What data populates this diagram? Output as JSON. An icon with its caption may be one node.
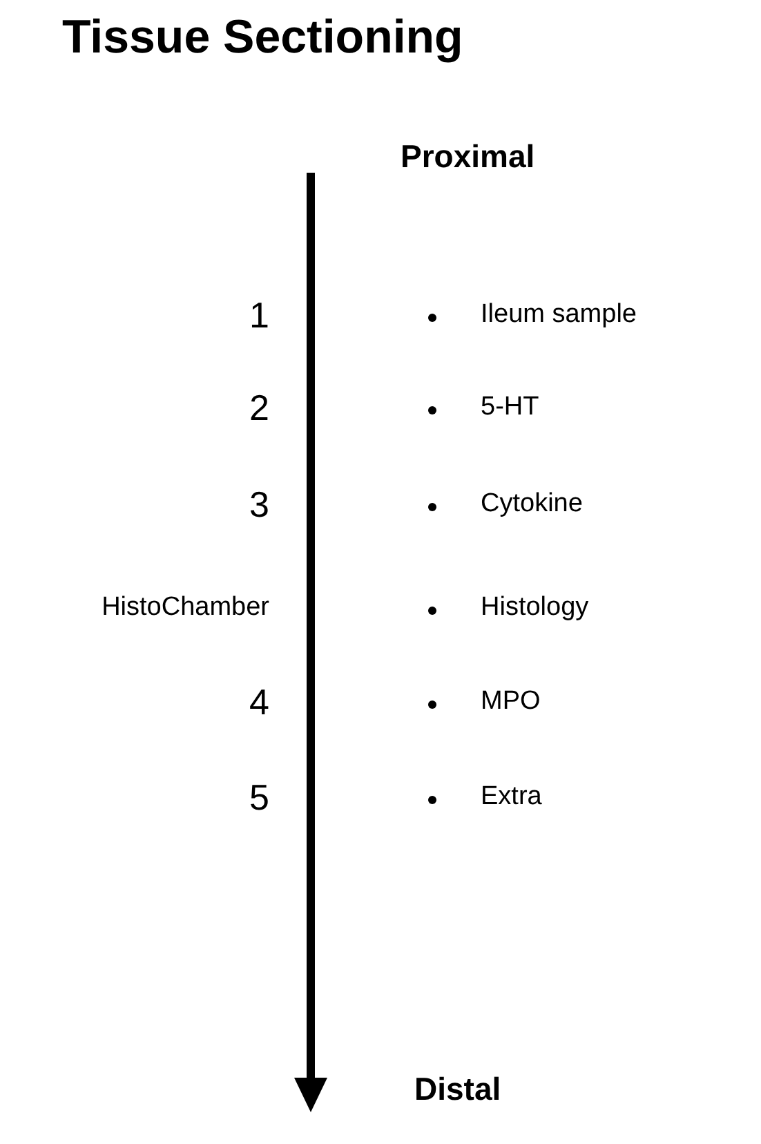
{
  "diagram": {
    "title": "Tissue Sectioning",
    "labels": [
      "Proximal",
      "1",
      "Ileum sample",
      "2",
      "5-HT",
      "3",
      "Cytokine",
      "HistoChamber",
      "Histology",
      "4",
      "MPO",
      "5",
      "Extra",
      "Distal"
    ]
  }
}
